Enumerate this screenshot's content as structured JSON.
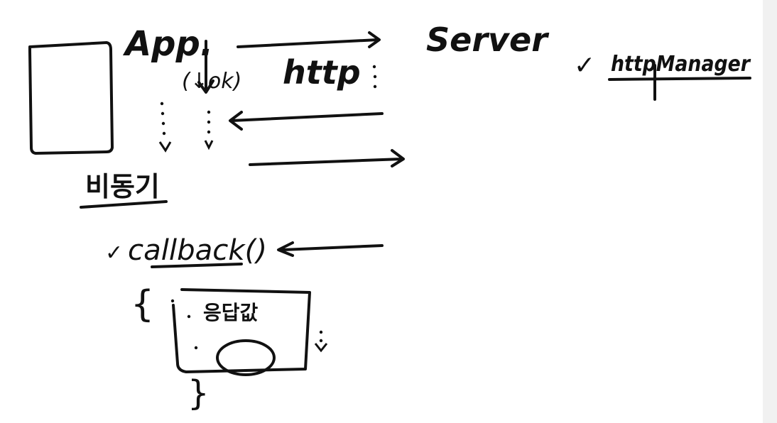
{
  "labels": {
    "app": "App.",
    "ok": "(↓ok)",
    "http": "http",
    "server": "Server",
    "async_korean": "비동기",
    "callback": "callback()",
    "httpmanager": "httpManager",
    "response_value_korean": "응답값",
    "check_mark": "✓",
    "brace_open": "{",
    "brace_close": "}"
  },
  "colors": {
    "ink": "#111111",
    "background": "#ffffff",
    "scrollbar": "#f1f1f1"
  }
}
